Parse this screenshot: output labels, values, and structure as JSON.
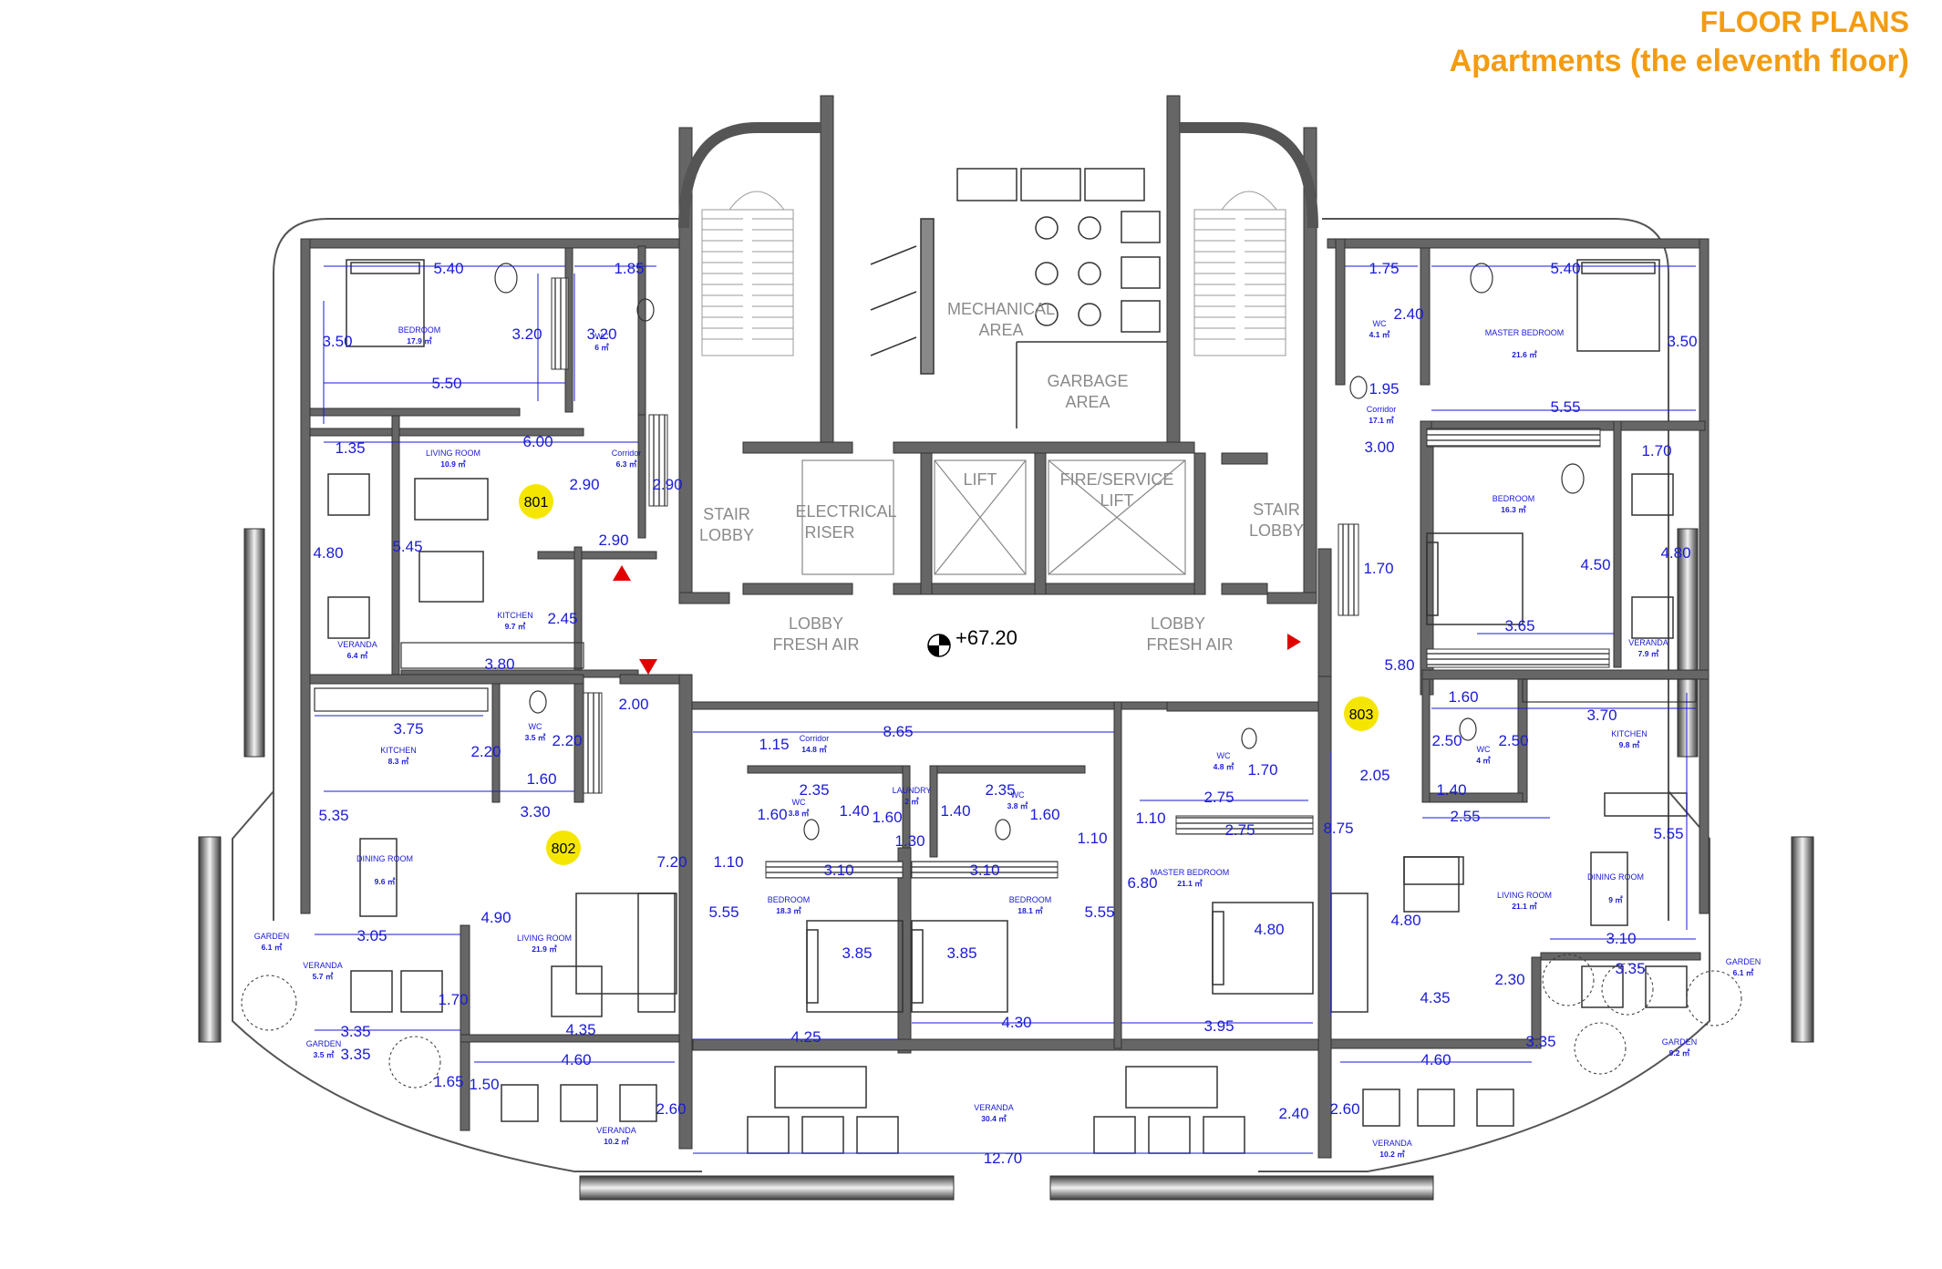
{
  "header": {
    "title": "FLOOR PLANS",
    "subtitle": "Apartments (the eleventh floor)"
  },
  "colors": {
    "header": "#f39c12",
    "dimensions": "#1a1ad6",
    "walls": "#555555",
    "apartment_marker": "#f5e600",
    "arrow": "#e00000"
  },
  "elevation": "+67.20",
  "apartments": [
    "801",
    "802",
    "803"
  ],
  "core_labels": {
    "mechanical": [
      "MECHANICAL",
      "AREA"
    ],
    "garbage": [
      "GARBAGE",
      "AREA"
    ],
    "stair_left": [
      "STAIR",
      "LOBBY"
    ],
    "stair_right": [
      "STAIR",
      "LOBBY"
    ],
    "electrical": [
      "ELECTRICAL",
      "RISER"
    ],
    "lift": [
      "LIFT"
    ],
    "fire_lift": [
      "FIRE/SERVICE",
      "LIFT"
    ],
    "lobby_left": [
      "LOBBY",
      "FRESH AIR"
    ],
    "lobby_right": [
      "LOBBY",
      "FRESH AIR"
    ]
  },
  "rooms": [
    {
      "name": "BEDROOM",
      "area": "17.9 ㎡"
    },
    {
      "name": "WC",
      "area": "6 ㎡"
    },
    {
      "name": "LIVING ROOM",
      "area": "10.9 ㎡"
    },
    {
      "name": "Corridor",
      "area": "6.3 ㎡"
    },
    {
      "name": "KITCHEN",
      "area": "9.7 ㎡"
    },
    {
      "name": "VERANDA",
      "area": "6.4 ㎡"
    },
    {
      "name": "KITCHEN",
      "area": "8.3 ㎡"
    },
    {
      "name": "WC",
      "area": "3.5 ㎡"
    },
    {
      "name": "DINING ROOM",
      "area": "9.6 ㎡"
    },
    {
      "name": "LIVING ROOM",
      "area": "21.9 ㎡"
    },
    {
      "name": "GARDEN",
      "area": "6.1 ㎡"
    },
    {
      "name": "VERANDA",
      "area": "5.7 ㎡"
    },
    {
      "name": "GARDEN",
      "area": "3.5 ㎡"
    },
    {
      "name": "VERANDA",
      "area": "10.2 ㎡"
    },
    {
      "name": "Corridor",
      "area": "14.8 ㎡"
    },
    {
      "name": "WC",
      "area": "3.8 ㎡"
    },
    {
      "name": "LAUNDRY",
      "area": "2 ㎡"
    },
    {
      "name": "WC",
      "area": "3.8 ㎡"
    },
    {
      "name": "BEDROOM",
      "area": "18.3 ㎡"
    },
    {
      "name": "BEDROOM",
      "area": "18.1 ㎡"
    },
    {
      "name": "VERANDA",
      "area": "30.4 ㎡"
    },
    {
      "name": "WC",
      "area": "4.8 ㎡"
    },
    {
      "name": "MASTER BEDROOM",
      "area": "21.1 ㎡"
    },
    {
      "name": "WC",
      "area": "4.1 ㎡"
    },
    {
      "name": "MASTER BEDROOM",
      "area": "21.6 ㎡"
    },
    {
      "name": "Corridor",
      "area": "17.1 ㎡"
    },
    {
      "name": "BEDROOM",
      "area": "16.3 ㎡"
    },
    {
      "name": "VERANDA",
      "area": "7.9 ㎡"
    },
    {
      "name": "WC",
      "area": "4 ㎡"
    },
    {
      "name": "KITCHEN",
      "area": "9.8 ㎡"
    },
    {
      "name": "LIVING ROOM",
      "area": "21.1 ㎡"
    },
    {
      "name": "DINING ROOM",
      "area": "9 ㎡"
    },
    {
      "name": "GARDEN",
      "area": "6.1 ㎡"
    },
    {
      "name": "GARDEN",
      "area": "9.2 ㎡"
    },
    {
      "name": "VERANDA",
      "area": "10.2 ㎡"
    }
  ],
  "dimensions": [
    "5.40",
    "1.85",
    "3.50",
    "3.20",
    "3.20",
    "5.50",
    "6.00",
    "1.35",
    "2.90",
    "2.90",
    "2.90",
    "5.45",
    "4.80",
    "2.45",
    "3.80",
    "3.75",
    "2.20",
    "2.20",
    "1.60",
    "2.00",
    "3.30",
    "5.35",
    "4.90",
    "3.05",
    "1.70",
    "3.35",
    "3.35",
    "4.35",
    "1.65",
    "1.50",
    "4.60",
    "2.60",
    "8.65",
    "1.15",
    "2.35",
    "1.60",
    "1.40",
    "1.60",
    "1.30",
    "1.40",
    "2.35",
    "1.60",
    "3.10",
    "3.10",
    "7.20",
    "1.10",
    "5.55",
    "3.85",
    "3.85",
    "4.25",
    "4.30",
    "1.10",
    "1.10",
    "5.55",
    "6.80",
    "1.70",
    "2.75",
    "2.75",
    "4.80",
    "3.95",
    "2.40",
    "12.70",
    "1.75",
    "5.40",
    "2.40",
    "3.50",
    "1.95",
    "5.55",
    "3.00",
    "1.70",
    "4.80",
    "4.50",
    "1.70",
    "3.65",
    "5.80",
    "1.60",
    "2.50",
    "2.50",
    "3.70",
    "2.05",
    "1.40",
    "2.55",
    "8.75",
    "5.55",
    "4.80",
    "2.30",
    "4.35",
    "3.10",
    "3.35",
    "3.35",
    "4.60",
    "2.60"
  ]
}
